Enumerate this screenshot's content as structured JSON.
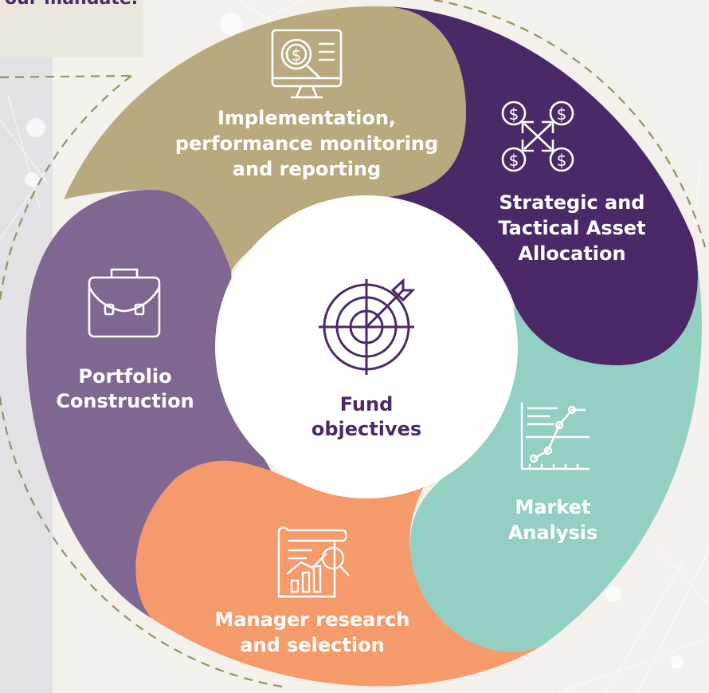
{
  "header": {
    "partial_text": "our mandate."
  },
  "center": {
    "icon": "target-icon",
    "label_line1": "Fund",
    "label_line2": "objectives"
  },
  "segments": [
    {
      "id": "implementation",
      "icon": "monitor-dollar-icon",
      "lines": [
        "Implementation,",
        "performance monitoring",
        "and reporting"
      ],
      "color": "#b9a97e"
    },
    {
      "id": "strategic",
      "icon": "dollar-arrows-icon",
      "lines": [
        "Strategic and",
        "Tactical Asset",
        "Allocation"
      ],
      "color": "#4b2968"
    },
    {
      "id": "market",
      "icon": "line-chart-icon",
      "lines": [
        "Market",
        "Analysis"
      ],
      "color": "#93cfc3"
    },
    {
      "id": "manager",
      "icon": "report-search-icon",
      "lines": [
        "Manager research",
        "and selection"
      ],
      "color": "#f49a6b"
    },
    {
      "id": "portfolio",
      "icon": "briefcase-icon",
      "lines": [
        "Portfolio",
        "Construction"
      ],
      "color": "#7f6792"
    }
  ],
  "colors": {
    "text_on_segment": "#ffffff",
    "center_text": "#4b2968",
    "dashed_ring": "#a08d5e",
    "background": "#f4f1ec",
    "side_panel": "#e3e0e6"
  }
}
